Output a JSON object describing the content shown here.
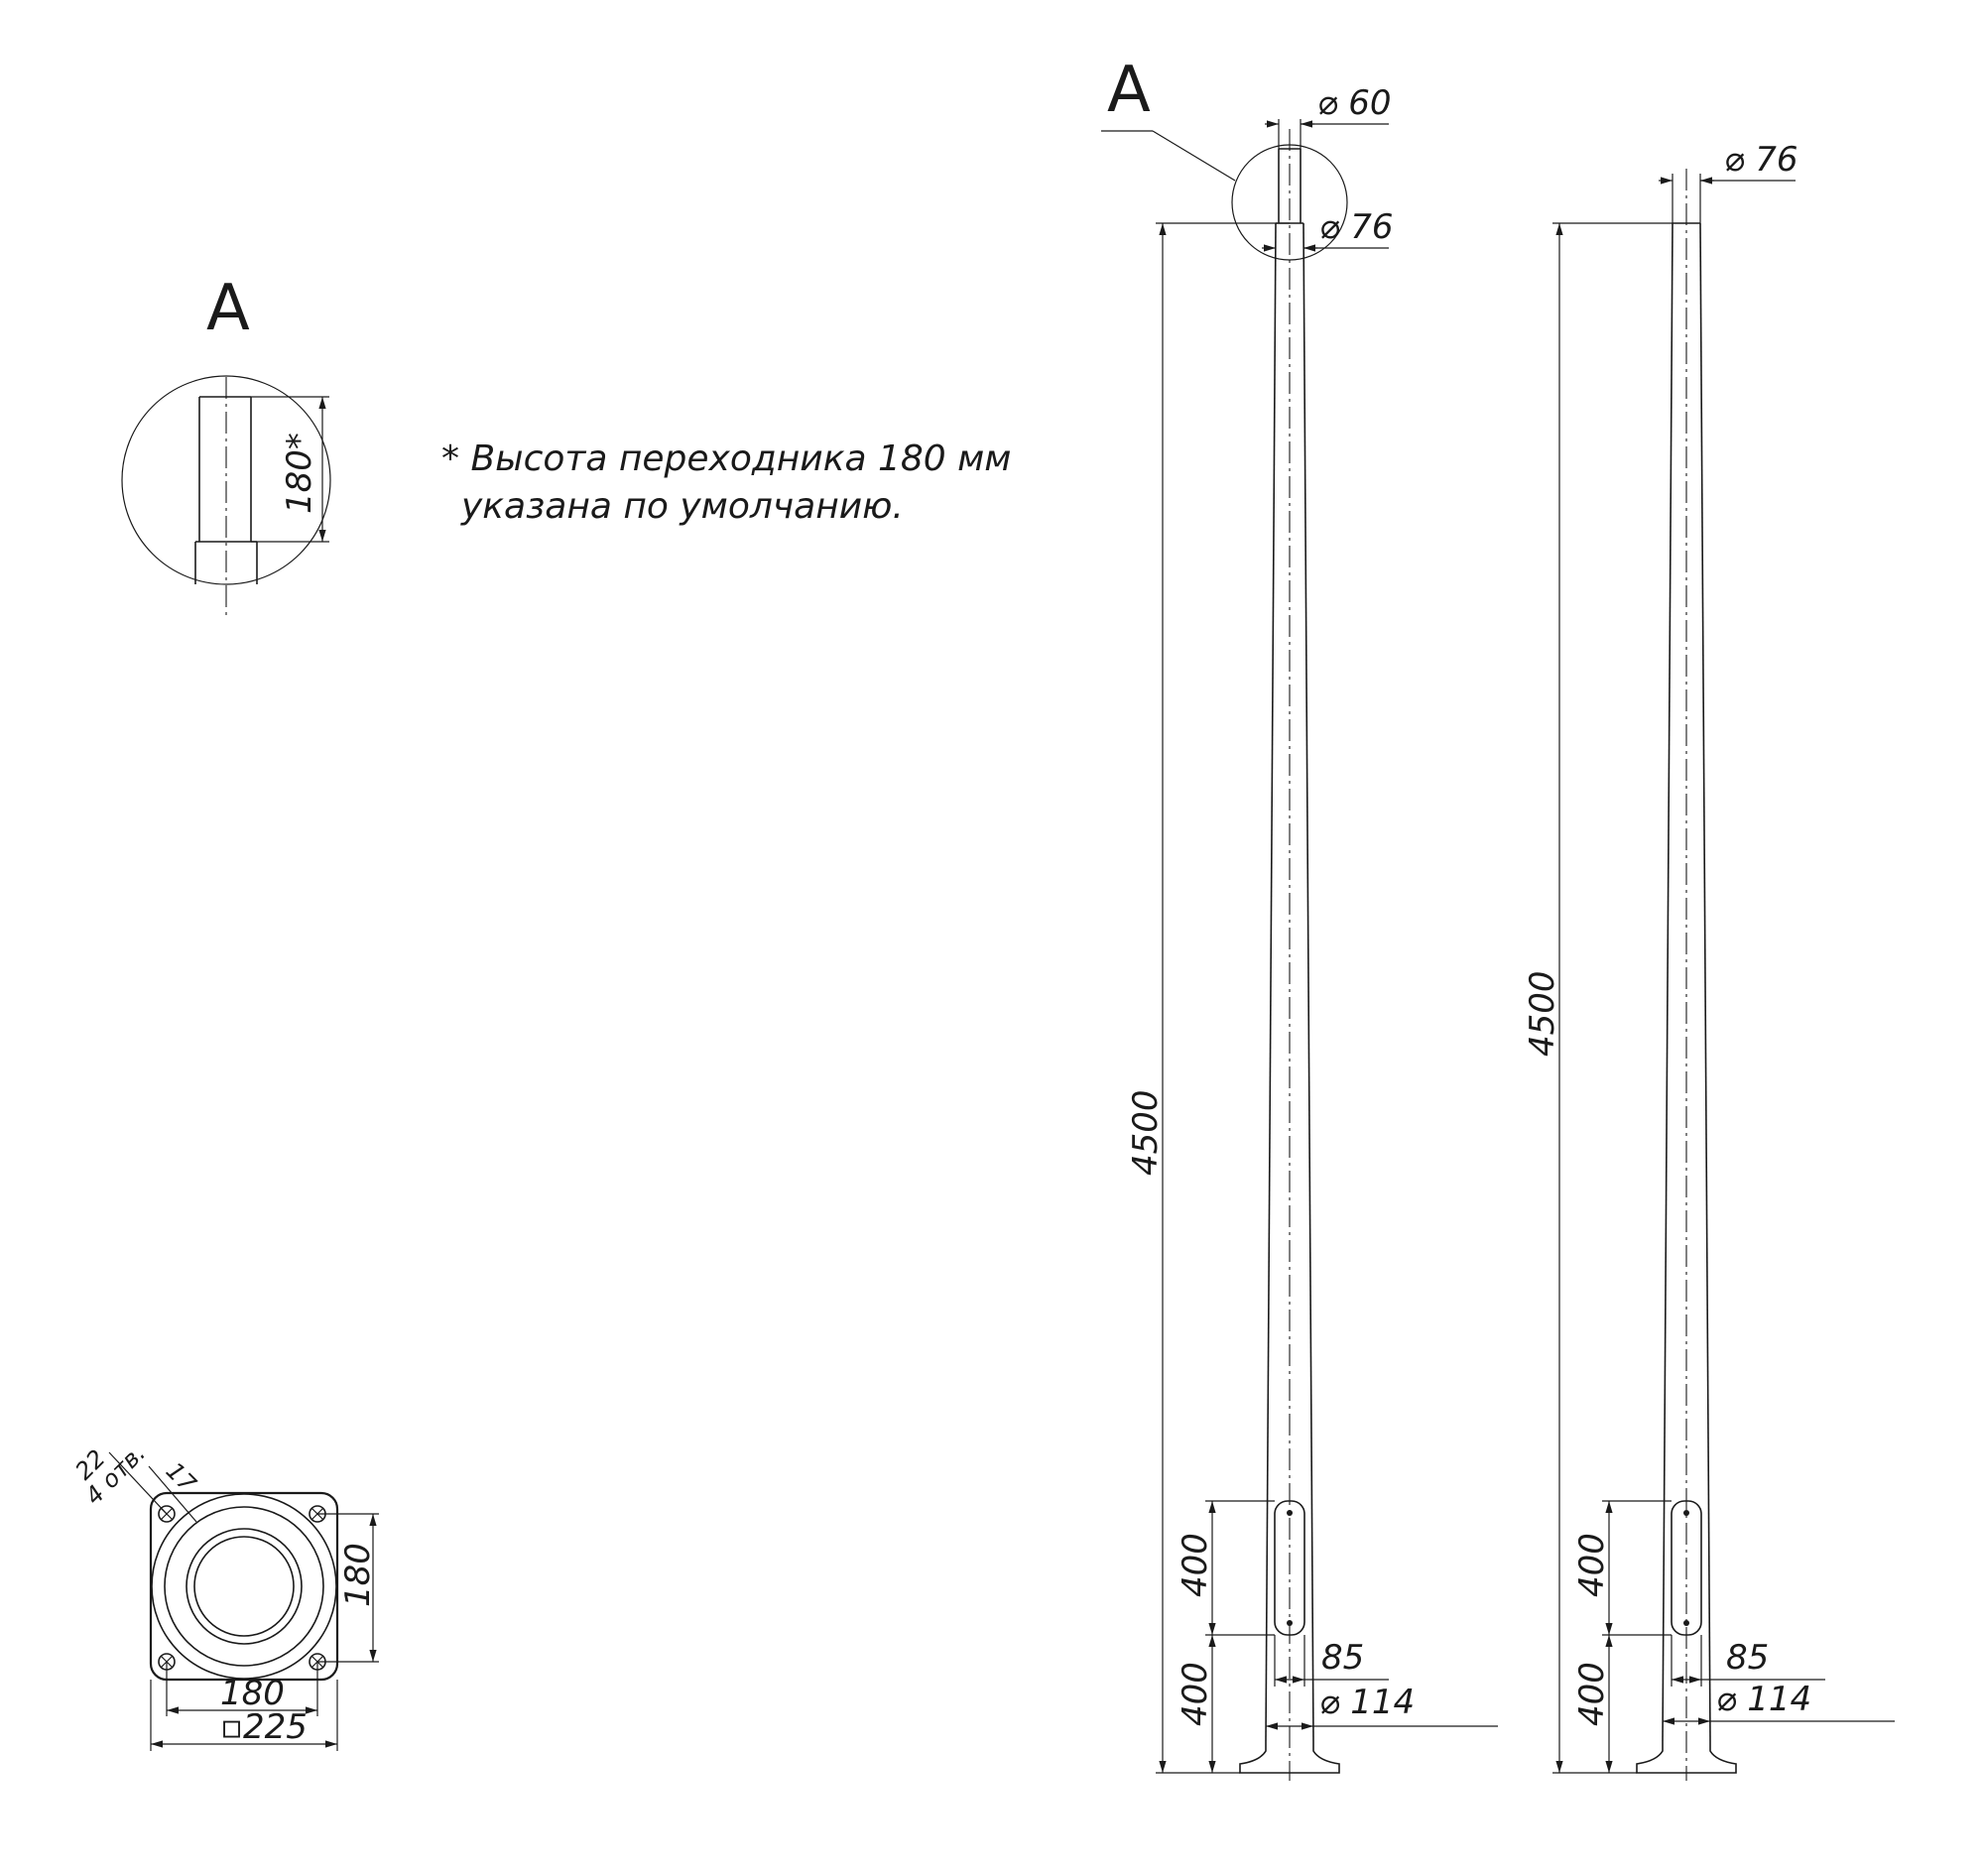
{
  "detail_label_top": "А",
  "detail_label_view": "А",
  "detail_dim_height": "180*",
  "note": {
    "line1": "* Высота переходника 180 мм",
    "line2": "указана по умолчанию."
  },
  "base_plate": {
    "holes_dim": "22",
    "holes_count": "4 отв.",
    "offset_dim": "17",
    "bolt_spacing_vertical": "180",
    "bolt_spacing_horizontal": "180",
    "plate_size": "▫225"
  },
  "pole_with_adapter": {
    "top_adapter_diameter": "⌀ 60",
    "top_diameter": "⌀ 76",
    "height": "4500",
    "hatch_height": "400",
    "hatch_offset": "400",
    "hatch_width": "85",
    "base_diameter": "⌀ 114"
  },
  "pole_plain": {
    "top_diameter": "⌀ 76",
    "height": "4500",
    "hatch_height": "400",
    "hatch_offset": "400",
    "hatch_width": "85",
    "base_diameter": "⌀ 114"
  }
}
